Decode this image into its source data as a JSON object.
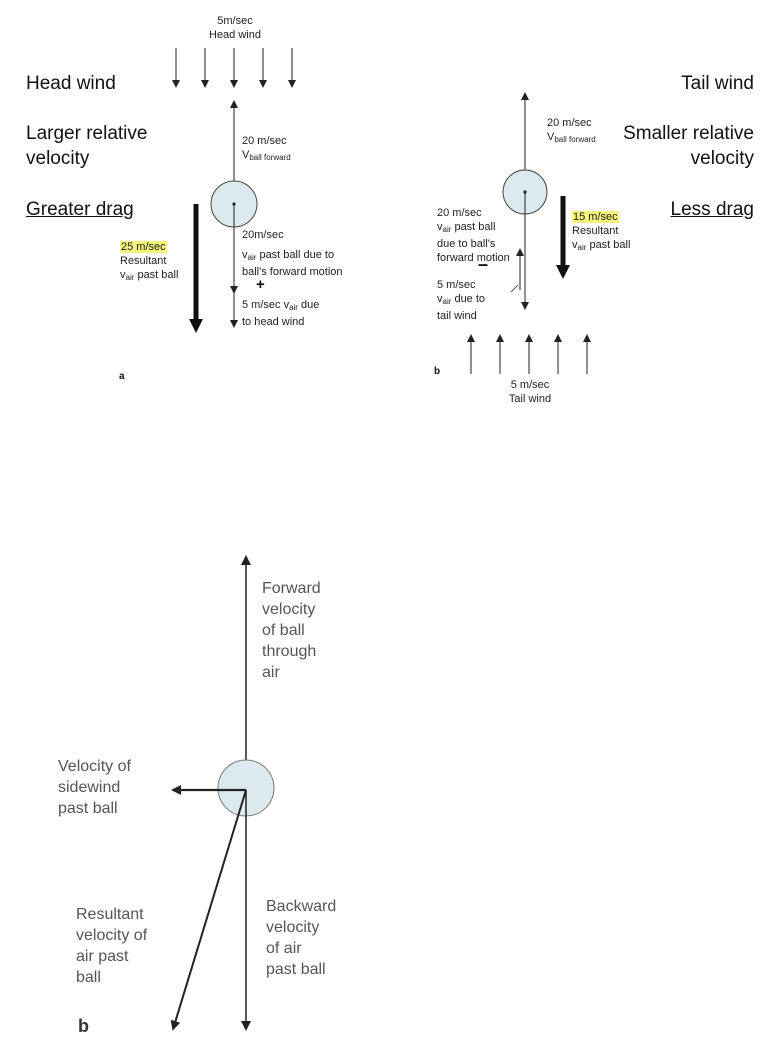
{
  "top_diagram": {
    "left_panel": {
      "head_wind_top_label": "5m/sec\nHead wind",
      "big_head_wind": "Head wind",
      "larger_relative": "Larger relative\nvelocity",
      "greater_drag": "Greater drag",
      "ball_forward_speed": "20 m/sec",
      "ball_forward_symbol": "V",
      "ball_forward_sub": "ball forward",
      "resultant_speed": "25 m/sec",
      "resultant_text": "Resultant",
      "resultant_vair": "v",
      "resultant_vair_sub": "air",
      "resultant_vair_rest": " past ball",
      "air_past_speed": "20m/sec",
      "air_past_v": "v",
      "air_past_sub": "air",
      "air_past_rest": " past ball due to\nball's forward motion",
      "plus_sign": "+",
      "head_wind_component": "5 m/sec v",
      "head_wind_component_sub": "air",
      "head_wind_component_rest": " due\nto head wind",
      "panel_letter": "a"
    },
    "right_panel": {
      "big_tail_wind": "Tail wind",
      "smaller_relative": "Smaller relative\nvelocity",
      "less_drag": "Less drag",
      "ball_forward_speed": "20 m/sec",
      "ball_forward_symbol": "V",
      "ball_forward_sub": "ball forward",
      "air_past_speed": "20 m/sec",
      "air_past_v": "v",
      "air_past_sub": "air",
      "air_past_rest": " past ball\ndue to ball's\nforward motion",
      "minus_sign": "–",
      "tail_component_speed": "5 m/sec",
      "tail_component_v": "v",
      "tail_component_sub": "air",
      "tail_component_rest": " due to\ntail wind",
      "resultant_speed": "15 m/sec",
      "resultant_text": "Resultant",
      "resultant_vair": "v",
      "resultant_vair_sub": "air",
      "resultant_vair_rest": " past ball",
      "tail_wind_bottom_label": "5 m/sec\nTail wind",
      "panel_letter": "b"
    }
  },
  "bottom_diagram": {
    "forward_velocity": "Forward\nvelocity\nof ball\nthrough\nair",
    "sidewind_velocity": "Velocity of\nsidewind\npast ball",
    "resultant_velocity": "Resultant\nvelocity of\nair past\nball",
    "backward_velocity": "Backward\nvelocity\nof air\npast ball",
    "panel_letter": "b"
  },
  "colors": {
    "highlight": "#f4f37a",
    "ball_fill": "#dce9ee",
    "arrow": "#222222"
  }
}
